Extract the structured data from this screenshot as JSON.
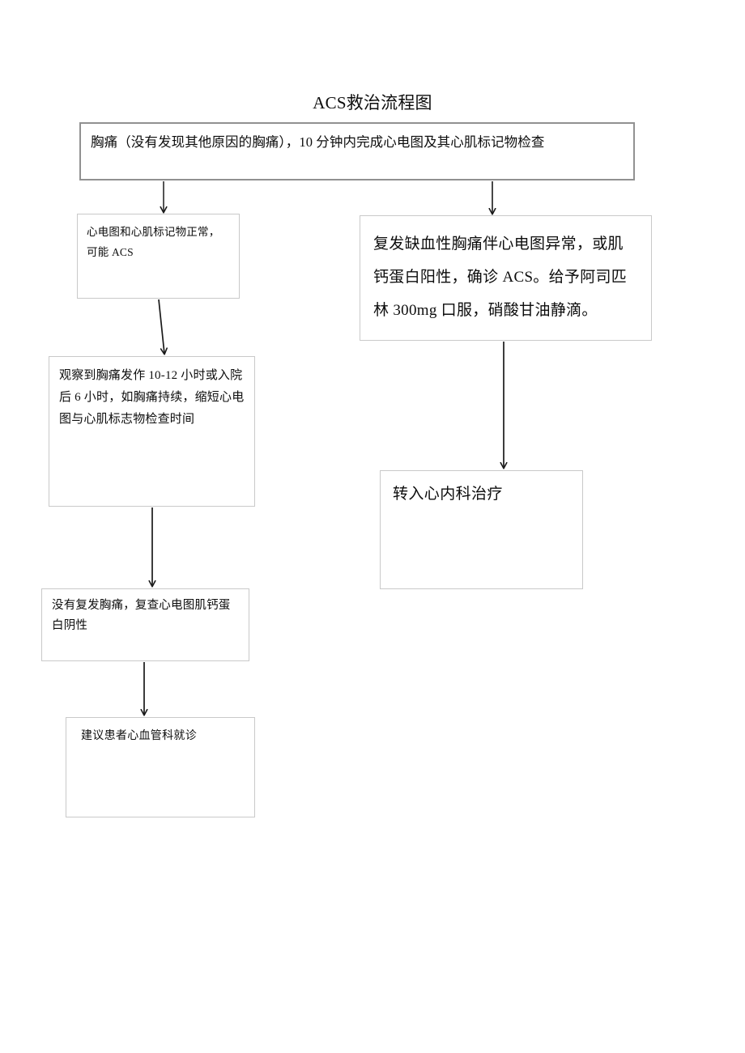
{
  "document": {
    "title": "ACS救治流程图"
  },
  "chart_data": {
    "type": "diagram",
    "diagram_kind": "flowchart",
    "title": "ACS救治流程图",
    "orientation": "top-down, two branches",
    "nodes": [
      {
        "id": "initial",
        "label": "胸痛（没有发现其他原因的胸痛），10 分钟内完成心电图及其心肌标记物检查"
      },
      {
        "id": "normal_ecg",
        "label": "心电图和心肌标记物正常，可能 ACS"
      },
      {
        "id": "confirmed_acs",
        "label": "复发缺血性胸痛伴心电图异常，或肌钙蛋白阳性，确诊 ACS。给予阿司匹林 300mg 口服，硝酸甘油静滴。"
      },
      {
        "id": "observation",
        "label": "观察到胸痛发作 10-12 小时或入院后 6 小时，如胸痛持续，缩短心电图与心肌标志物检查时间"
      },
      {
        "id": "no_recurrence",
        "label": "没有复发胸痛，复查心电图肌钙蛋白阴性"
      },
      {
        "id": "refer_cardiology",
        "label": "建议患者心血管科就诊"
      },
      {
        "id": "transfer_cardiology",
        "label": "转入心内科治疗"
      }
    ],
    "edges": [
      {
        "from": "initial",
        "to": "normal_ecg",
        "label": ""
      },
      {
        "from": "initial",
        "to": "confirmed_acs",
        "label": ""
      },
      {
        "from": "normal_ecg",
        "to": "observation",
        "label": ""
      },
      {
        "from": "observation",
        "to": "no_recurrence",
        "label": ""
      },
      {
        "from": "no_recurrence",
        "to": "refer_cardiology",
        "label": ""
      },
      {
        "from": "confirmed_acs",
        "to": "transfer_cardiology",
        "label": ""
      }
    ],
    "colors": {
      "background": "#ffffff",
      "node_border": "#c9c9c9",
      "emphasis_node_border": "#919191",
      "connector": "#1a1a1a",
      "text": "#0d0d0d"
    }
  }
}
